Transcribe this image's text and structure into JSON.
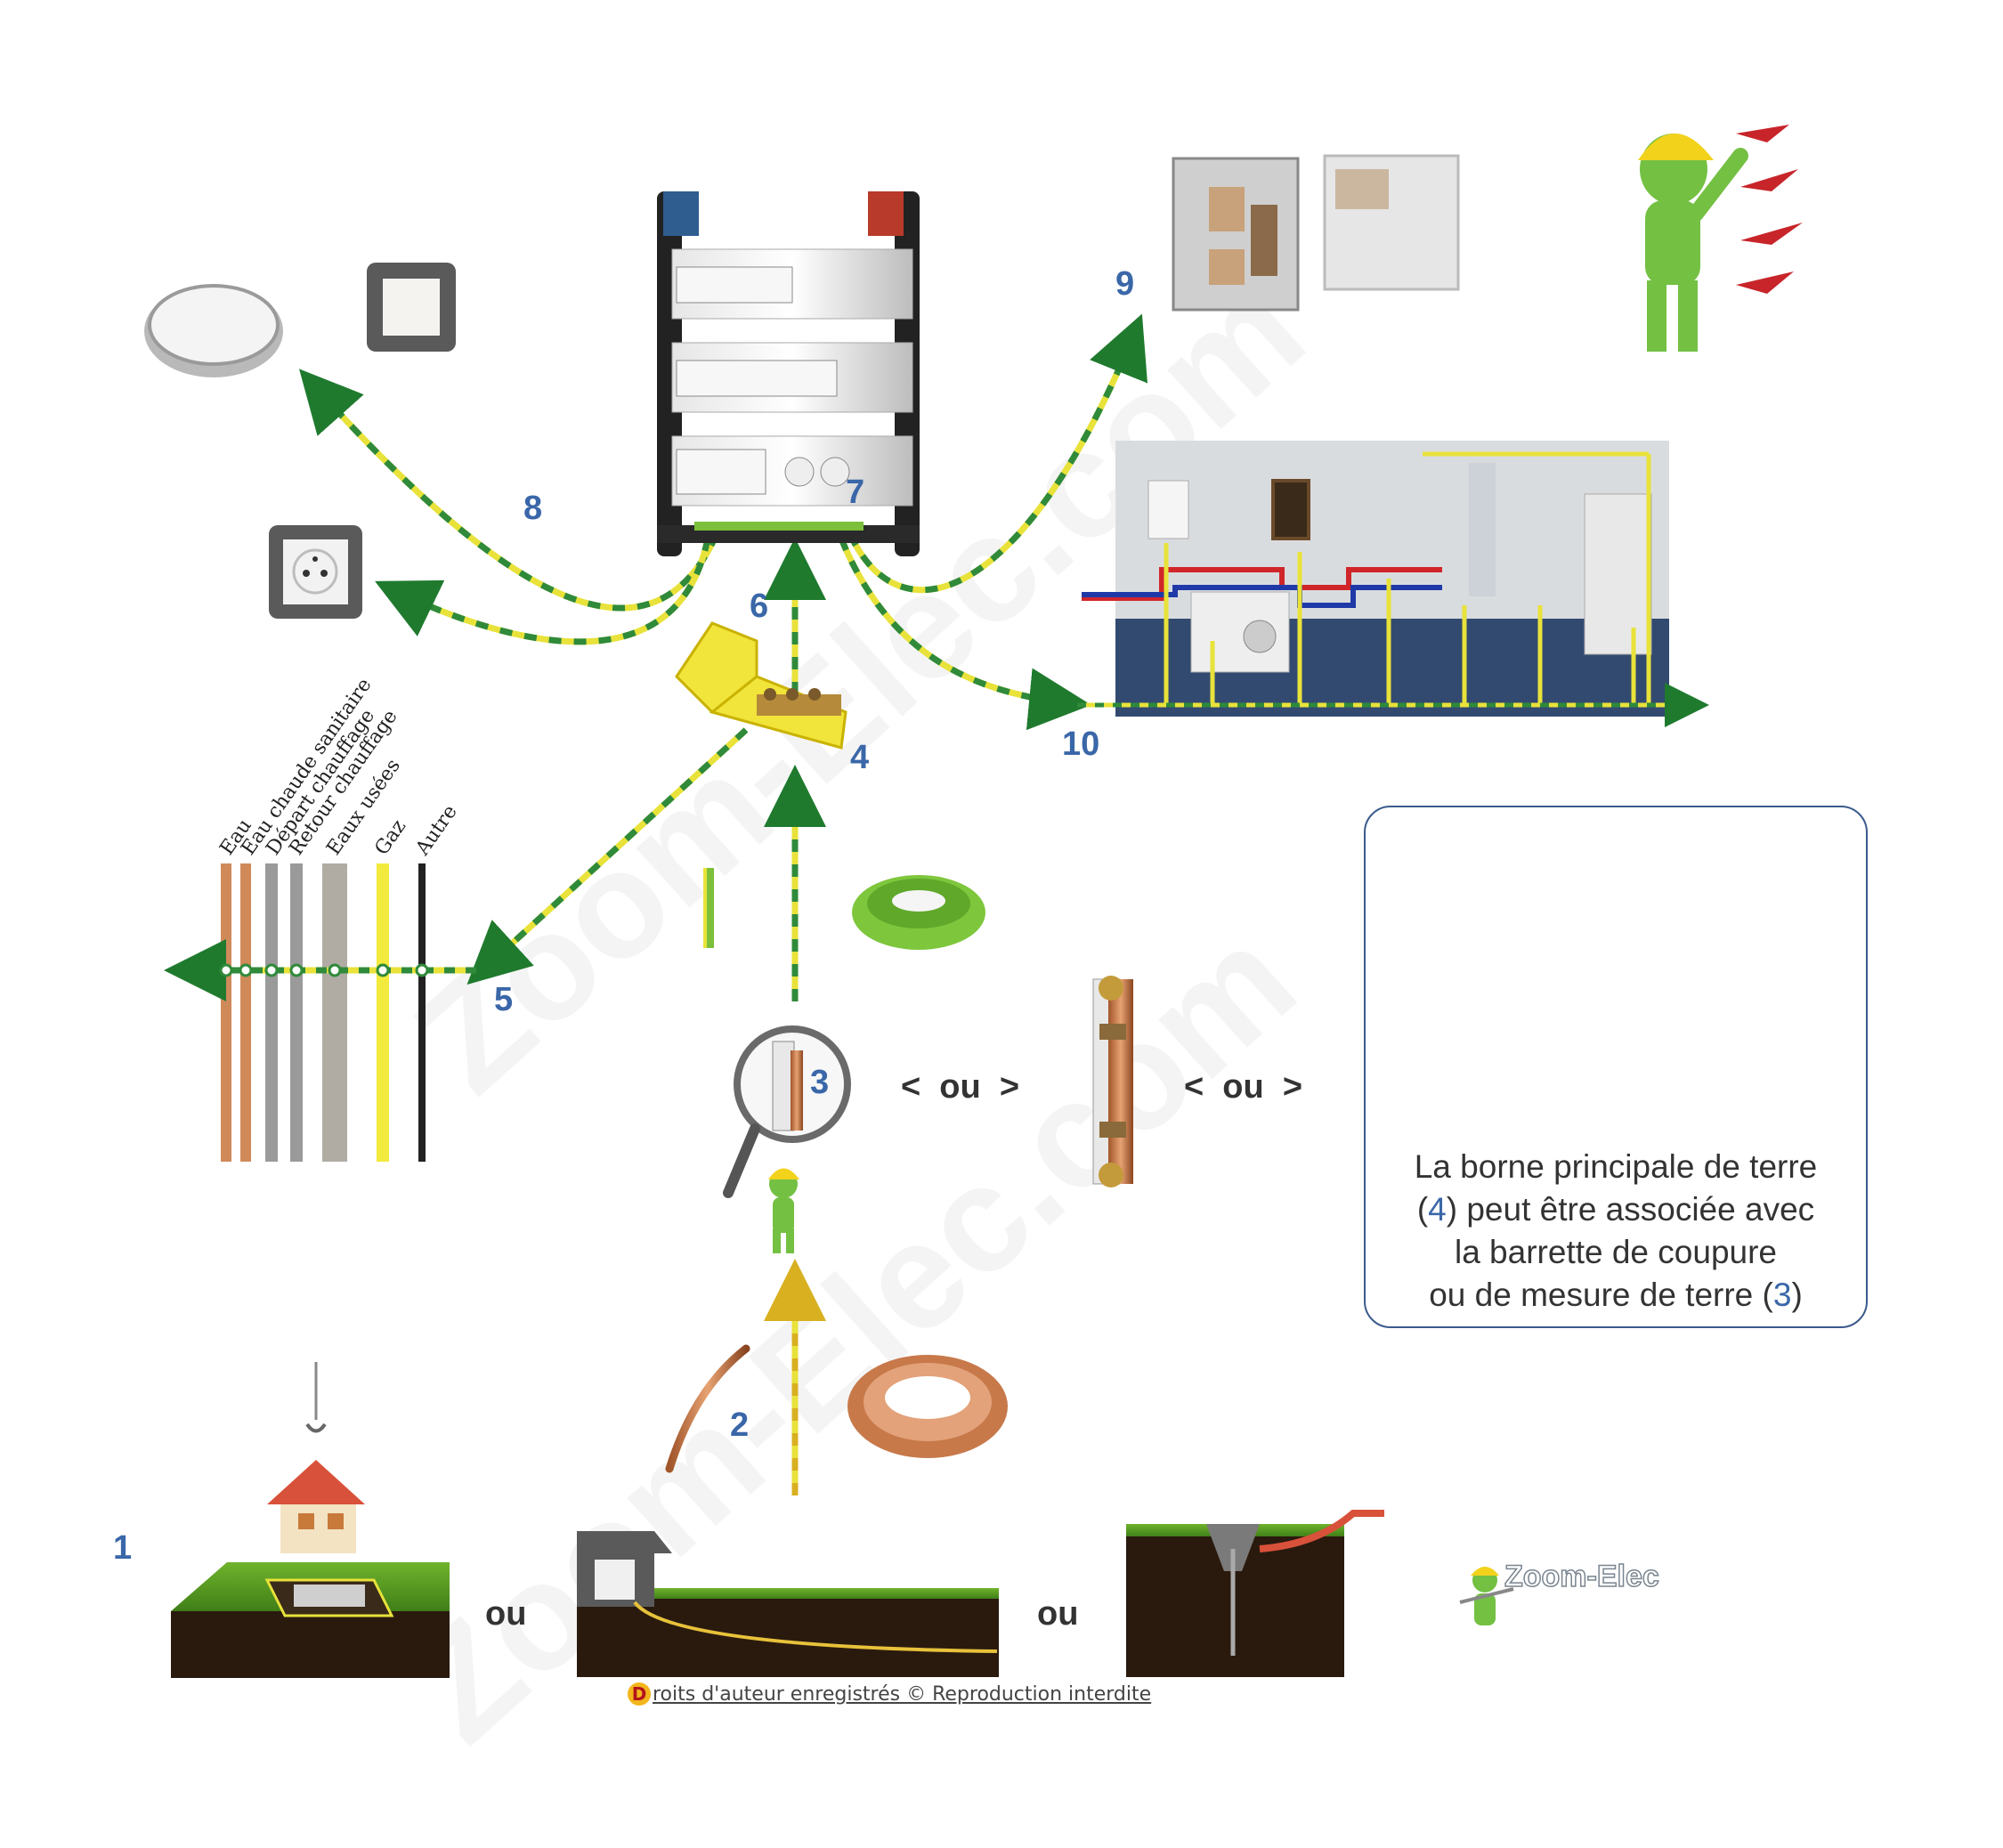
{
  "numbers": {
    "n1": "1",
    "n2": "2",
    "n3": "3",
    "n4": "4",
    "n5": "5",
    "n6": "6",
    "n7": "7",
    "n8": "8",
    "n9": "9",
    "n10": "10"
  },
  "separators": {
    "ou_chev_left": "<  ou  >",
    "ou_chev_right": "<  ou  >",
    "ou_bottom_left": "ou",
    "ou_bottom_right": "ou"
  },
  "pipes": [
    {
      "label": "Eau",
      "color": "#d08a5a"
    },
    {
      "label": "Eau chaude sanitaire",
      "color": "#d08a5a"
    },
    {
      "label": "Départ chauffage",
      "color": "#9a9a9a"
    },
    {
      "label": "Retour chauffage",
      "color": "#9a9a9a"
    },
    {
      "label": "Eaux usées",
      "color": "#b0aca4"
    },
    {
      "label": "Gaz",
      "color": "#f2ea3c"
    },
    {
      "label": "Autre",
      "color": "#222222"
    }
  ],
  "info": {
    "line1": "La borne principale de terre",
    "line2_a": "(",
    "line2_ref": "4",
    "line2_b": ") peut être associée avec",
    "line3": "la barrette de coupure",
    "line4_a": "ou de mesure de terre (",
    "line4_ref": "3",
    "line4_b": ")"
  },
  "copyright": {
    "initial": "D",
    "text": "roits d'auteur enregistrés © Reproduction interdite"
  },
  "logo": {
    "text": "Zoom-Elec"
  },
  "watermark": {
    "text": "Zoom-Elec.com"
  },
  "colors": {
    "number_blue": "#3a67a8",
    "earth_green": "#2f8a3a",
    "earth_yellow": "#e8e23a",
    "arrow_green": "#1f7a2e",
    "arrow_yellow": "#d8b020"
  }
}
